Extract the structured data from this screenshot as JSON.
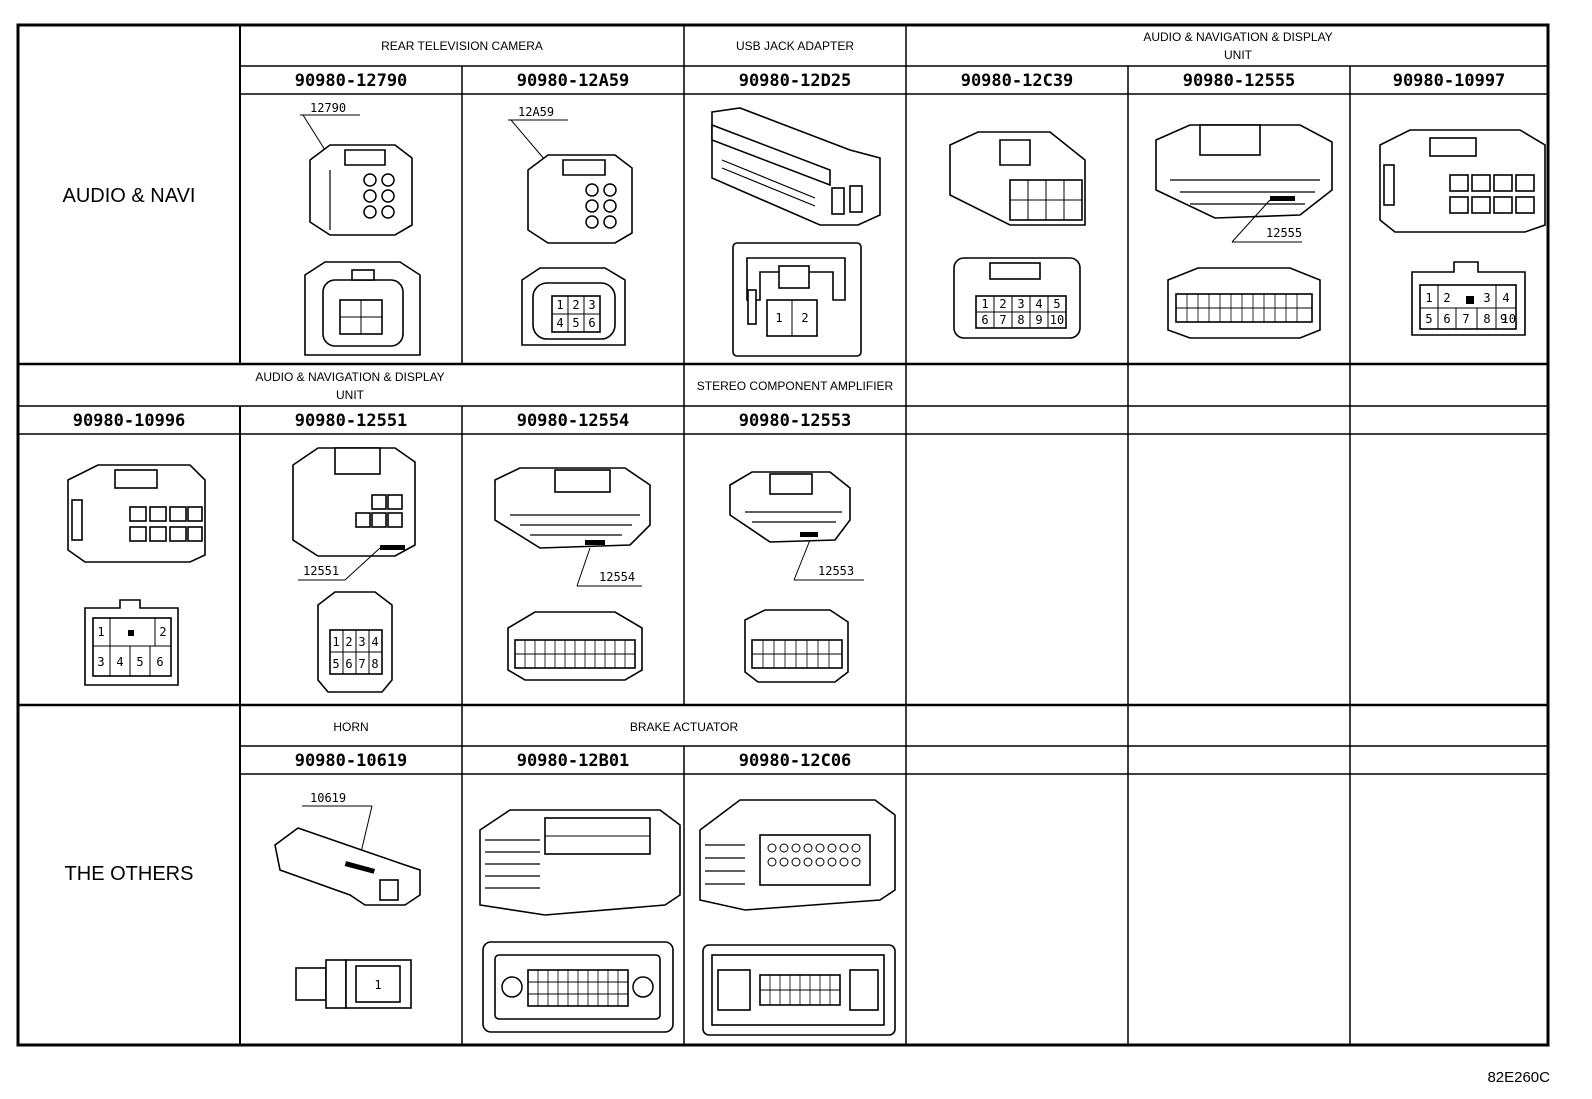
{
  "categories": {
    "audio_navi": "AUDIO & NAVI",
    "the_others": "THE OTHERS"
  },
  "groups": {
    "rear_camera": "REAR TELEVISION CAMERA",
    "usb_adapter": "USB JACK ADAPTER",
    "audio_nav_unit_1": "AUDIO & NAVIGATION & DISPLAY",
    "audio_nav_unit_1_b": "UNIT",
    "audio_nav_unit_2": "AUDIO & NAVIGATION & DISPLAY",
    "audio_nav_unit_2_b": "UNIT",
    "stereo_amp": "STEREO COMPONENT AMPLIFIER",
    "horn": "HORN",
    "brake_actuator": "BRAKE ACTUATOR"
  },
  "part_numbers": {
    "p12790": "90980-12790",
    "p12A59": "90980-12A59",
    "p12D25": "90980-12D25",
    "p12C39": "90980-12C39",
    "p12555": "90980-12555",
    "p10997": "90980-10997",
    "p10996": "90980-10996",
    "p12551": "90980-12551",
    "p12554": "90980-12554",
    "p12553": "90980-12553",
    "p10619": "90980-10619",
    "p12B01": "90980-12B01",
    "p12C06": "90980-12C06"
  },
  "callouts": {
    "c12790": "12790",
    "c12A59": "12A59",
    "c12555": "12555",
    "c12551": "12551",
    "c12554": "12554",
    "c12553": "12553",
    "c10619": "10619"
  },
  "pins": {
    "n1": "1",
    "n2": "2",
    "n3": "3",
    "n4": "4",
    "n5": "5",
    "n6": "6",
    "n7": "7",
    "n8": "8",
    "n9": "9",
    "n10": "10"
  },
  "figure_code": "82E260C"
}
